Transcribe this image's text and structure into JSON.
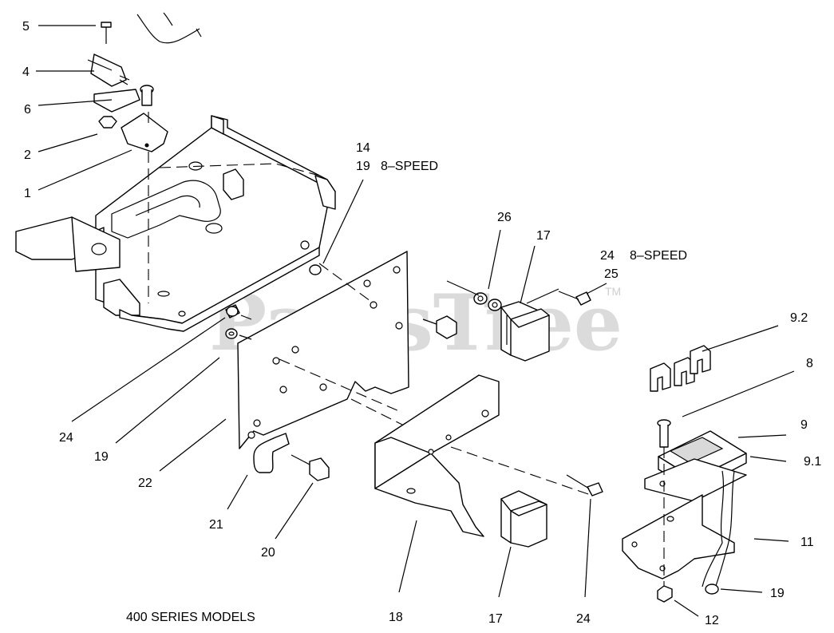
{
  "watermark": {
    "text": "PartsTree",
    "tm": "TM"
  },
  "caption": "400 SERIES MODELS",
  "callouts": {
    "c5": "5",
    "c4": "4",
    "c6": "6",
    "c2": "2",
    "c1": "1",
    "c14": "14",
    "c19_8speed_num": "19",
    "c19_8speed_txt": "8–SPEED",
    "c26": "26",
    "c17_top": "17",
    "c24_8speed_num": "24",
    "c24_8speed_txt": "8–SPEED",
    "c25": "25",
    "c92": "9.2",
    "c8": "8",
    "c9": "9",
    "c91": "9.1",
    "c11": "11",
    "c19_right": "19",
    "c12": "12",
    "c24_left": "24",
    "c19_left": "19",
    "c22": "22",
    "c21": "21",
    "c20": "20",
    "c18": "18",
    "c17_bottom": "17",
    "c24_bottom": "24"
  }
}
